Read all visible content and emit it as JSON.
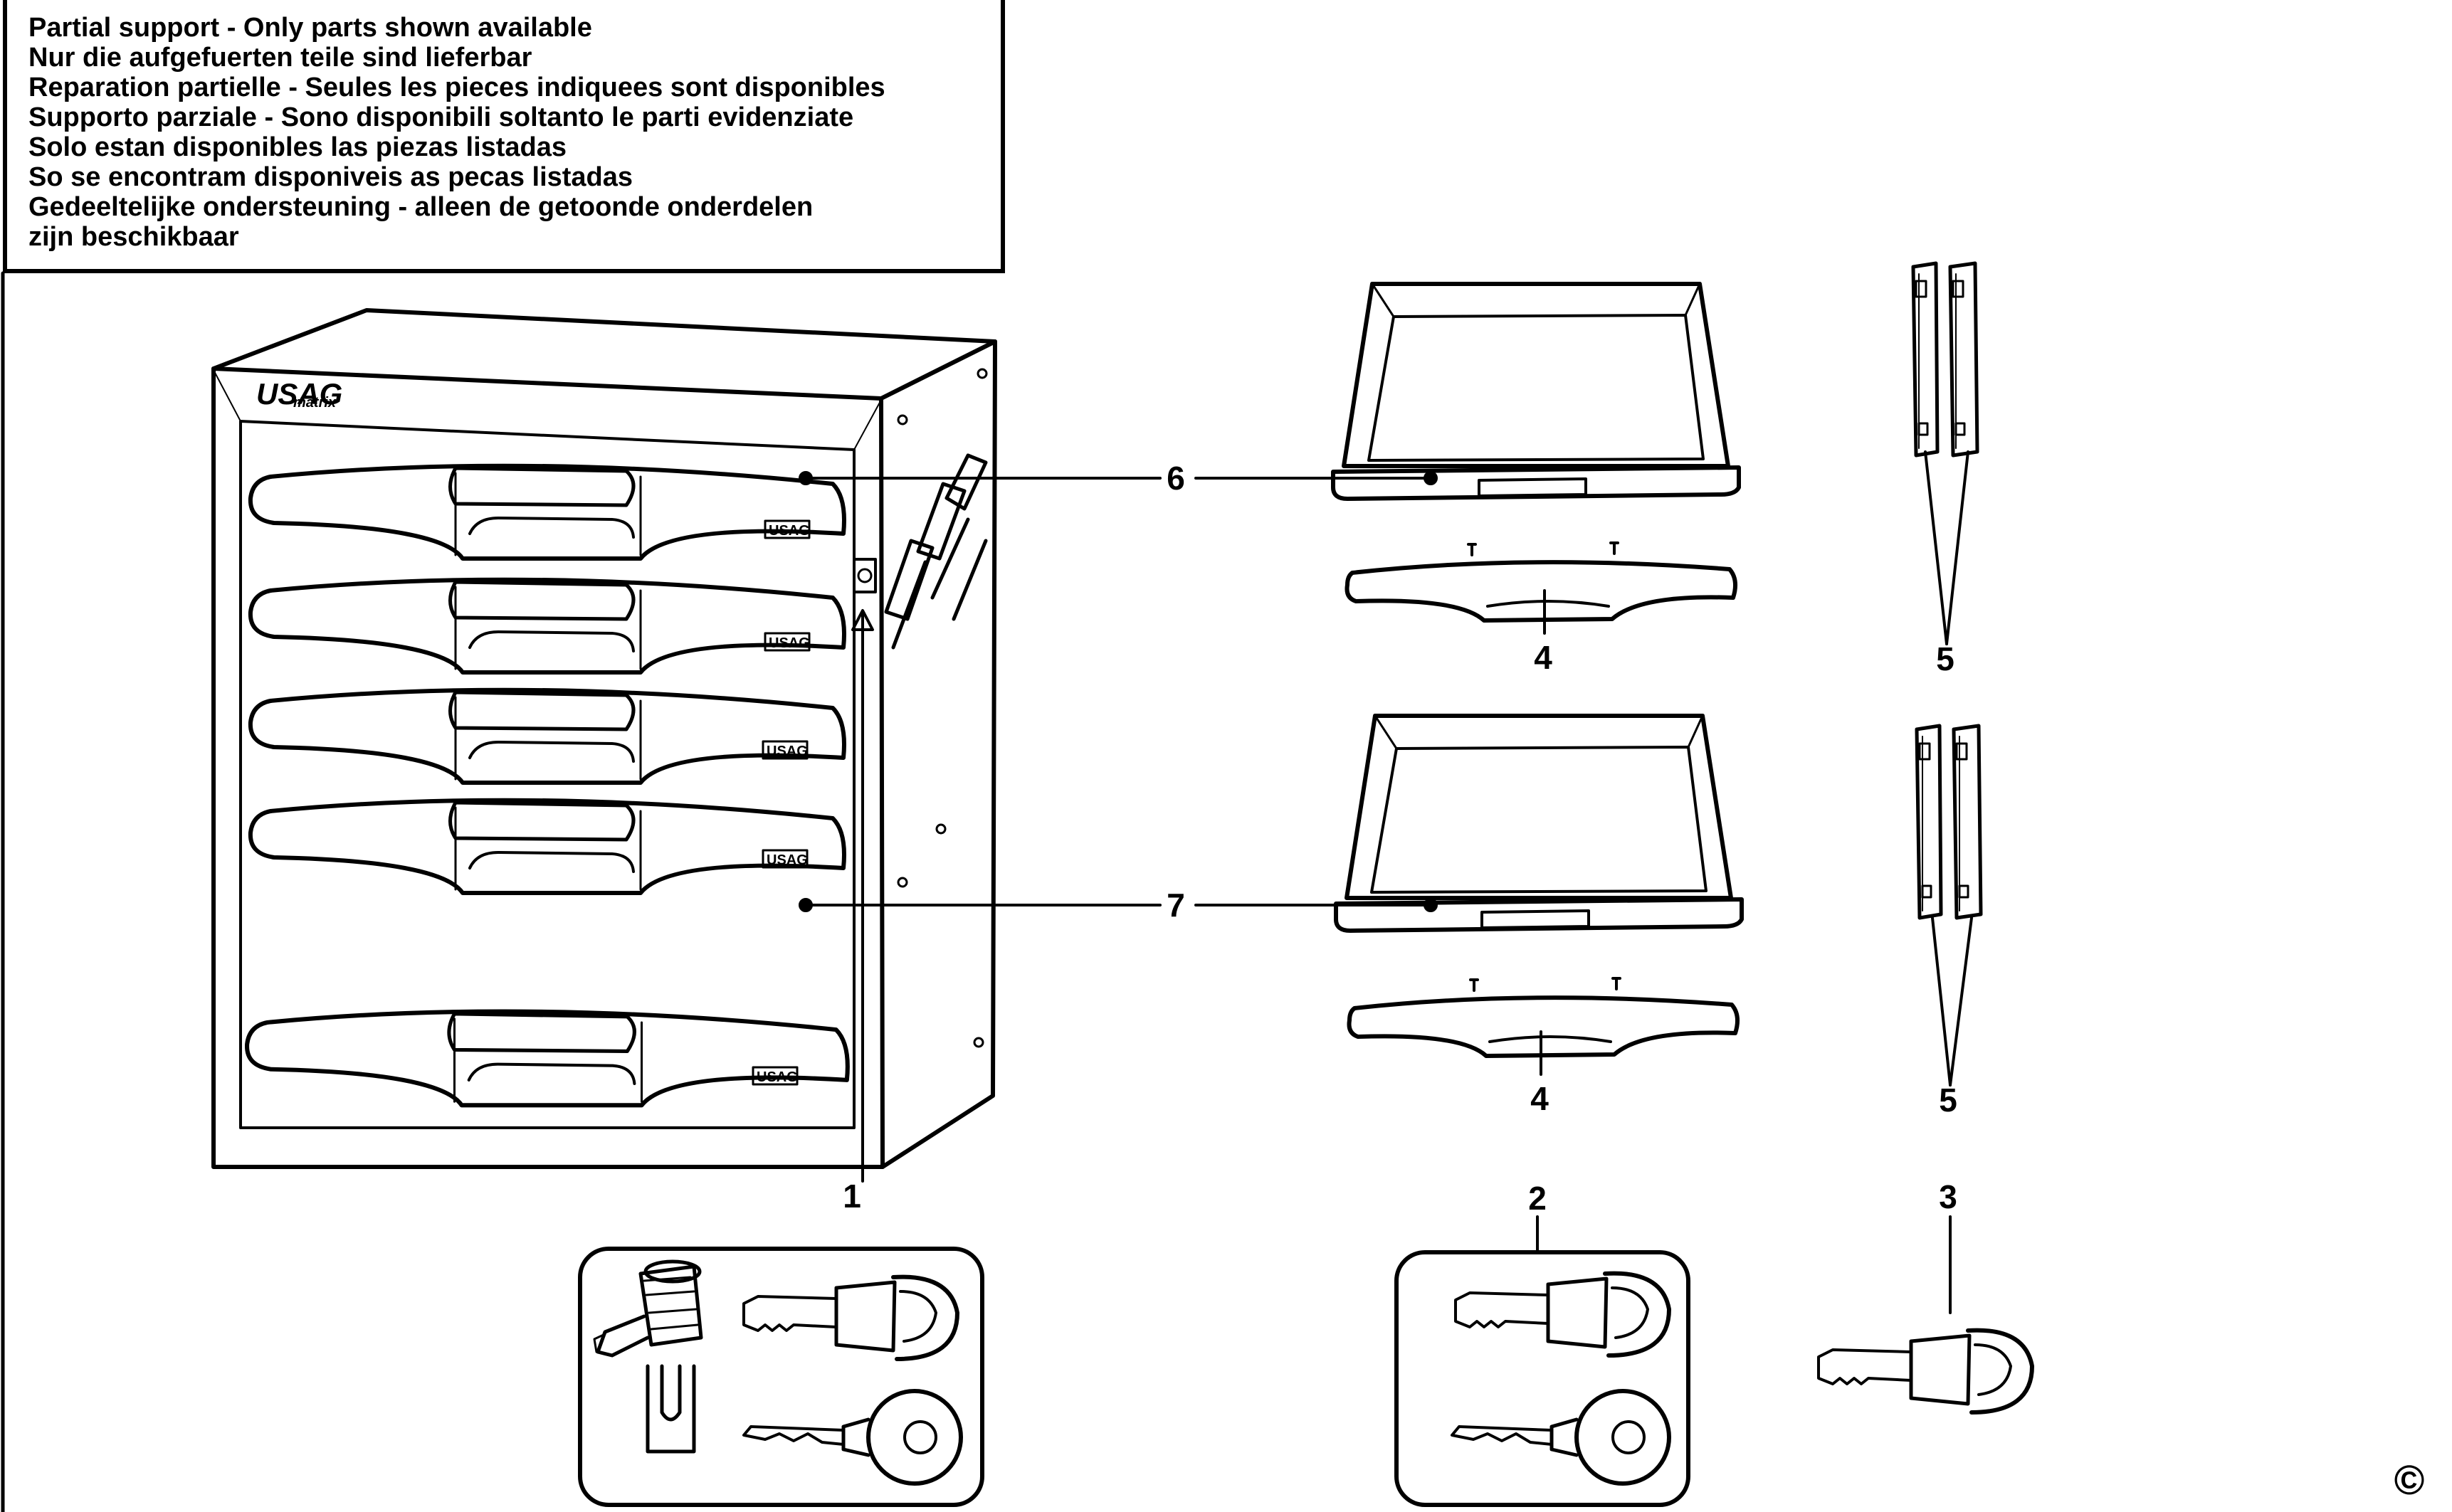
{
  "notice": {
    "lines": [
      "Partial support - Only parts shown available",
      "Nur die aufgefuerten teile sind lieferbar",
      "Reparation partielle - Seules les pieces indiquees sont disponibles",
      "Supporto parziale - Sono disponibili soltanto le parti evidenziate",
      "Solo estan disponibles las piezas listadas",
      "So se encontram disponiveis as pecas listadas",
      "Gedeeltelijke ondersteuning - alleen de getoonde onderdelen",
      "zijn beschikbaar"
    ]
  },
  "cabinet": {
    "brand": "USAG",
    "brand_sub": "matrix",
    "drawer_badge": "USAG"
  },
  "callouts": {
    "c1": "1",
    "c2": "2",
    "c3": "3",
    "c4a": "4",
    "c4b": "4",
    "c5a": "5",
    "c5b": "5",
    "c6": "6",
    "c7": "7"
  },
  "copyright": "©"
}
